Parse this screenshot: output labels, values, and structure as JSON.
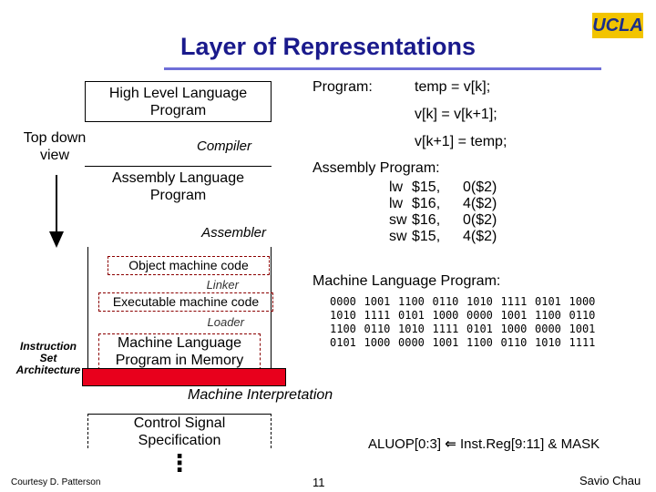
{
  "header": {
    "title": "Layer of Representations",
    "logo_text": "UCLA"
  },
  "left_diagram": {
    "high_level_box": [
      "High Level Language",
      "Program"
    ],
    "compiler_label": "Compiler",
    "assembly_box": [
      "Assembly  Language",
      "Program"
    ],
    "assembler_label": "Assembler",
    "object_code_label": "Object machine code",
    "linker_label": "Linker",
    "executable_label": "Executable machine code",
    "loader_label": "Loader",
    "machine_language_box": [
      "Machine  Language",
      "Program in Memory"
    ],
    "top_down_label": [
      "Top down",
      "view"
    ],
    "isa_label": [
      "Instruction",
      "Set",
      "Architecture"
    ],
    "machine_interpretation_label": "Machine Interpretation",
    "control_signal_box": [
      "Control Signal",
      "Specification"
    ],
    "ellipsis": "⋮"
  },
  "program": {
    "label": "Program:",
    "lines": [
      "temp = v[k];",
      "v[k] = v[k+1];",
      "v[k+1] = temp;"
    ]
  },
  "assembly_program": {
    "label": "Assembly Program:",
    "rows": [
      {
        "op": "lw",
        "reg": "$15,",
        "addr": "0($2)"
      },
      {
        "op": "lw",
        "reg": "$16,",
        "addr": "4($2)"
      },
      {
        "op": "sw",
        "reg": "$16,",
        "addr": "0($2)"
      },
      {
        "op": "sw",
        "reg": "$15,",
        "addr": "4($2)"
      }
    ]
  },
  "machine_program": {
    "label": "Machine  Language Program:",
    "rows": [
      [
        "0000",
        "1001",
        "1100",
        "0110",
        "1010",
        "1111",
        "0101",
        "1000"
      ],
      [
        "1010",
        "1111",
        "0101",
        "1000",
        "0000",
        "1001",
        "1100",
        "0110"
      ],
      [
        "1100",
        "0110",
        "1010",
        "1111",
        "0101",
        "1000",
        "0000",
        "1001"
      ],
      [
        "0101",
        "1000",
        "0000",
        "1001",
        "1100",
        "0110",
        "1010",
        "1111"
      ]
    ]
  },
  "aluop": {
    "left": "ALUOP[0:3]",
    "arrow": "⇐",
    "right": "Inst.Reg[9:11] & MASK"
  },
  "footer": {
    "courtesy": "Courtesy D. Patterson",
    "page_number": "11",
    "author": "Savio Chau"
  },
  "colors": {
    "title": "#1a1a8c",
    "title_rule": "#6f6fd8",
    "logo_bg": "#f2c400",
    "logo_text": "#1a2e8a",
    "isa_bar": "#e8001c",
    "dashed_border": "#8b0000"
  }
}
